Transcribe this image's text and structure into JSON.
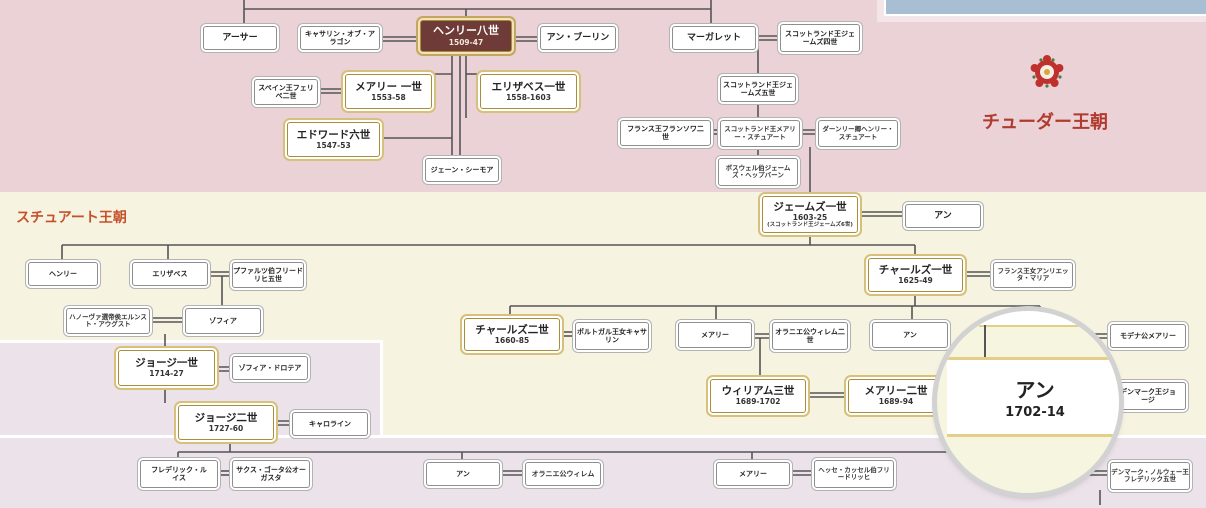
{
  "tudor": {
    "label": "チューダー王朝",
    "rose_color": "#c0302c",
    "people": {
      "arthur": "アーサー",
      "catherine_aragon": "キャサリン・オブ・アラゴン",
      "henry8": {
        "name": "ヘンリー八世",
        "dates": "1509-47"
      },
      "anne_boleyn": "アン・ブーリン",
      "margaret": "マーガレット",
      "james4": "スコットランド王ジェームズ四世",
      "philip2": "スペイン王フェリペ二世",
      "mary1": {
        "name": "メアリー 一世",
        "dates": "1553-58"
      },
      "elizabeth1": {
        "name": "エリザベス一世",
        "dates": "1558-1603"
      },
      "james5": "スコットランド王ジェームズ五世",
      "edward6": {
        "name": "エドワード六世",
        "dates": "1547-53"
      },
      "francis2": "フランス王フランソワ二世",
      "mary_stuart": "スコットランド王メアリー・スチュアート",
      "darnley": "ダーンリー卿ヘンリー・スチュアート",
      "jane_seymour": "ジェーン・シーモア",
      "bothwell": "ボスウェル伯ジェームズ・ヘップバーン"
    }
  },
  "stuart": {
    "label": "スチュアート王朝",
    "people": {
      "james1": {
        "name": "ジェームズ一世",
        "dates": "1603-25",
        "note": "(スコットランド王ジェームズ6世)"
      },
      "anne_denmark": "アン",
      "henry": "ヘンリー",
      "elizabeth": "エリザベス",
      "frederick5": "プファルツ伯フリードリヒ五世",
      "charles1": {
        "name": "チャールズ一世",
        "dates": "1625-49"
      },
      "henrietta": "フランス王女アンリエッタ・マリア",
      "ernest_augustus": "ハノーヴァ選帝侯エルンスト・アウグスト",
      "sophia": "ゾフィア",
      "charles2": {
        "name": "チャールズ二世",
        "dates": "1660-85"
      },
      "catherine_braganza": "ポルトガル王女キャサリン",
      "mary_orange": "メアリー",
      "william2": "オラニエ公ウィレム二世",
      "anne_hyde": "アン",
      "mary_modena": "モデナ公メアリー",
      "george1": {
        "name": "ジョージ一世",
        "dates": "1714-27"
      },
      "sophia_dorothea": "ゾフィア・ドロテア",
      "william3": {
        "name": "ウィリアム三世",
        "dates": "1689-1702"
      },
      "mary2": {
        "name": "メアリー二世",
        "dates": "1689-94"
      },
      "prince_george": "デンマーク王ジョージ",
      "george2": {
        "name": "ジョージ二世",
        "dates": "1727-60"
      },
      "caroline": "キャロライン",
      "frederick": "フレデリック・ルイス",
      "augusta": "サクス・ゴータ公オーガスタ",
      "anne_princess": "アン",
      "william4_orange": "オラニエ公ウィレム",
      "mary_hesse": "メアリー",
      "frederick_hesse": "ヘッセ・カッセル伯フリードリッヒ",
      "frederick5_dk": "デンマーク・ノルウェー王フレデリック五世"
    }
  },
  "zoom": {
    "name": "アン",
    "dates": "1702-14"
  }
}
